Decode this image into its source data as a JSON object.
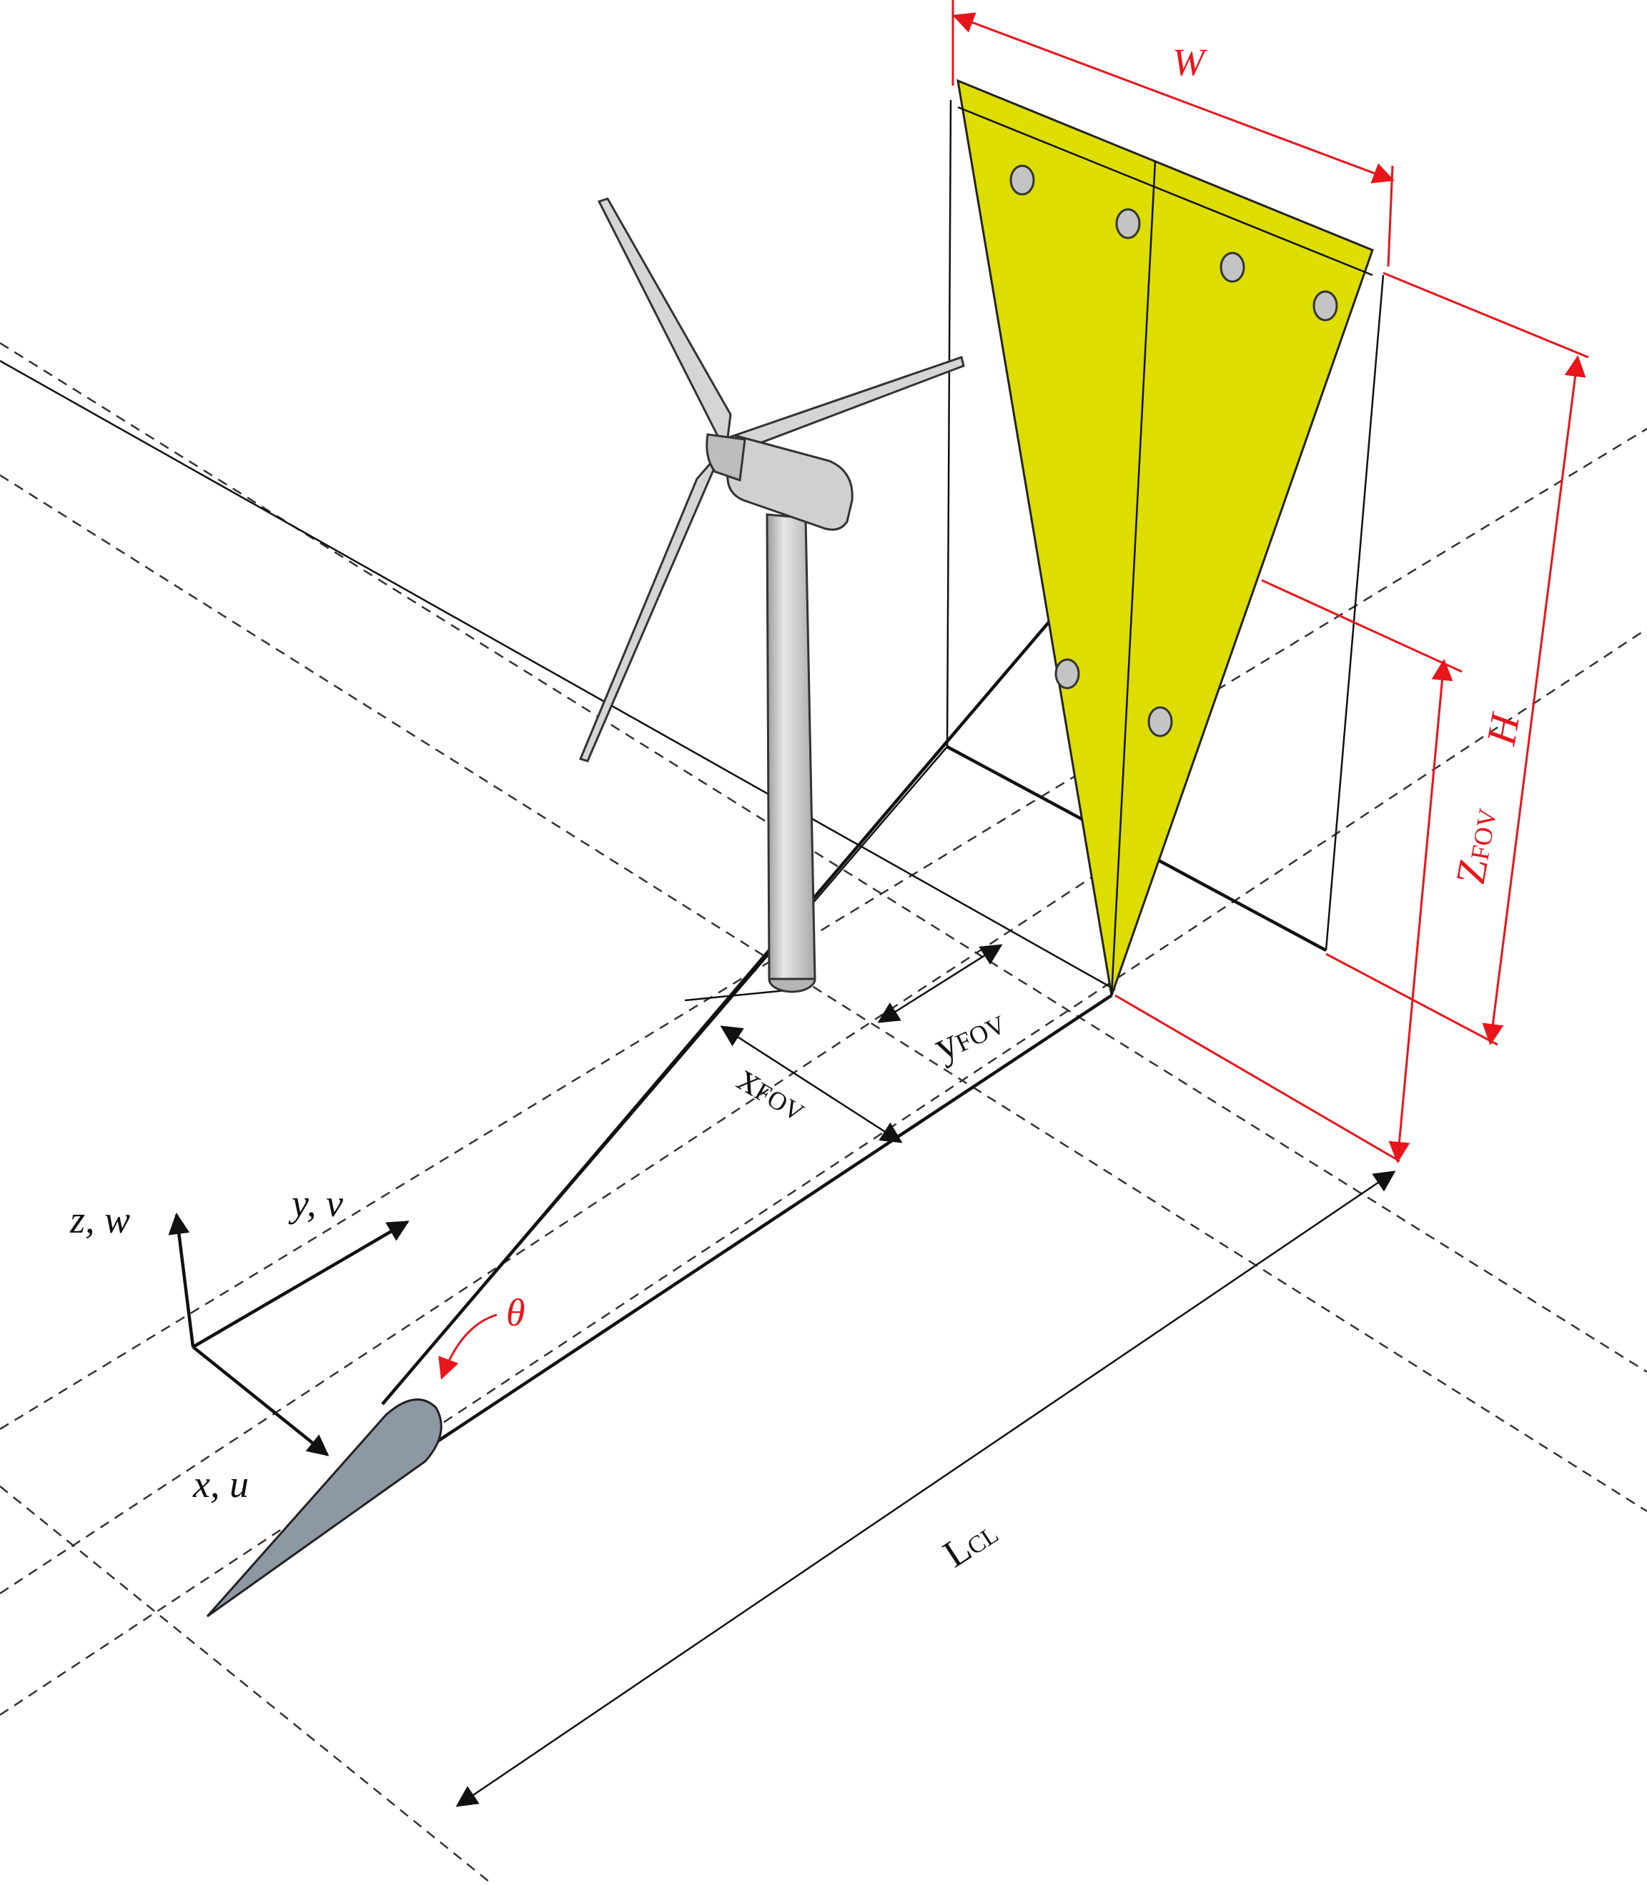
{
  "labels": {
    "W": "W",
    "H": "H",
    "Z_main": "Z",
    "Z_sub": "FOV",
    "y_main": "y",
    "y_sub": "FOV",
    "x_main": "x",
    "x_sub": "FOV",
    "L_main": "L",
    "L_sub": "CL",
    "theta": "θ",
    "axis_z": "z, w",
    "axis_y": "y, v",
    "axis_x": "x, u"
  },
  "colors": {
    "sheet_fill": "#dddd00",
    "annotation_red": "#e8151b",
    "turbine_gray": "#cfcfcf",
    "airfoil_gray": "#8e98a3"
  }
}
